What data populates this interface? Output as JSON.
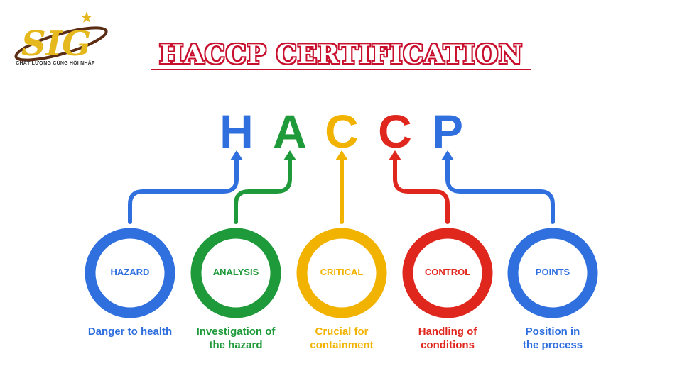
{
  "logo": {
    "text": "SIG",
    "tagline": "CHẤT LƯỢNG CÙNG HỘI NHẬP",
    "colors": {
      "gold": "#e5b81e",
      "brown": "#5a2d14"
    }
  },
  "title": "HACCP CERTIFICATION",
  "title_color": "#c8102e",
  "items": [
    {
      "letter": "H",
      "label": "HAZARD",
      "desc": [
        "Danger to health",
        ""
      ],
      "color": "#2f6fde"
    },
    {
      "letter": "A",
      "label": "ANALYSIS",
      "desc": [
        "Investigation of",
        "the hazard"
      ],
      "color": "#1f9a3a"
    },
    {
      "letter": "C",
      "label": "CRITICAL",
      "desc": [
        "Crucial for",
        "containment"
      ],
      "color": "#f2b300"
    },
    {
      "letter": "C",
      "label": "CONTROL",
      "desc": [
        "Handling of",
        "conditions"
      ],
      "color": "#e0271e"
    },
    {
      "letter": "P",
      "label": "POINTS",
      "desc": [
        "Position in",
        "the process"
      ],
      "color": "#2f6fde"
    }
  ]
}
